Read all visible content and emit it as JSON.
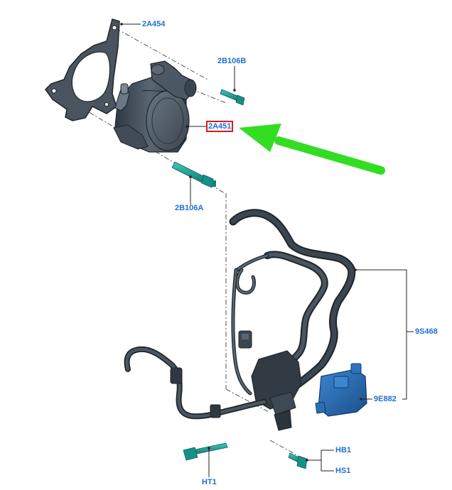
{
  "callouts": {
    "gasket": "2A454",
    "bolt_b": "2B106B",
    "vacuum_pump": "2A451",
    "bolt_a": "2B106A",
    "hose_assembly": "9S468",
    "solenoid_valve": "9E882",
    "hb1": "HB1",
    "hs1": "HS1",
    "ht1": "HT1"
  },
  "colors": {
    "callout_text": "#1f6fd1",
    "highlight_box": "#e0191e",
    "arrow": "#33dd22",
    "part_dark": "#3c4650",
    "fastener_teal": "#1aa39a",
    "valve_blue": "#2a6fb5"
  },
  "highlighted_part": "2A451"
}
